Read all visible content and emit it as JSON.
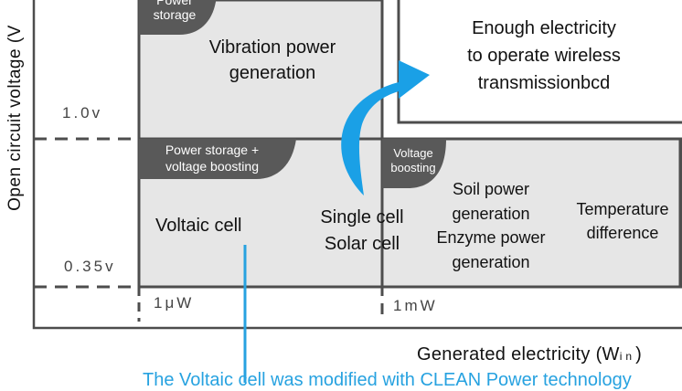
{
  "axes": {
    "y_label": "Open circuit voltage (V",
    "x_label": "Generated electricity (W",
    "x_label_sub": "in",
    "x_label_close": ")",
    "y_ticks": [
      "1.0v",
      "0.35v"
    ],
    "x_ticks": [
      "1μW",
      "1mW"
    ]
  },
  "regions": {
    "vibration": "Vibration power generation",
    "voltaic": "Voltaic cell",
    "single_cell_line1": "Single cell",
    "single_cell_line2": "Solar cell",
    "soil_line1": "Soil power",
    "soil_line2": "generation",
    "enzyme_line1": "Enzyme power",
    "enzyme_line2": "generation",
    "temperature_line1": "Temperature",
    "temperature_line2": "difference",
    "enough_line1": "Enough electricity",
    "enough_line2": "to operate wireless",
    "enough_line3": "transmissionbcd"
  },
  "tabs": {
    "power_storage_line1": "Power",
    "power_storage_line2": "storage",
    "storage_boost_line1": "Power storage +",
    "storage_boost_line2": "voltage boosting",
    "voltage_line1": "Voltage",
    "voltage_line2": "boosting"
  },
  "annotation": "The Voltaic cell was modified with CLEAN Power technology",
  "colors": {
    "region_fill": "#e6e6e6",
    "outline": "#4d4d4d",
    "tab_fill": "#595959",
    "arrow_blue": "#1aa0e6",
    "annotation_blue": "#27a2e0"
  }
}
